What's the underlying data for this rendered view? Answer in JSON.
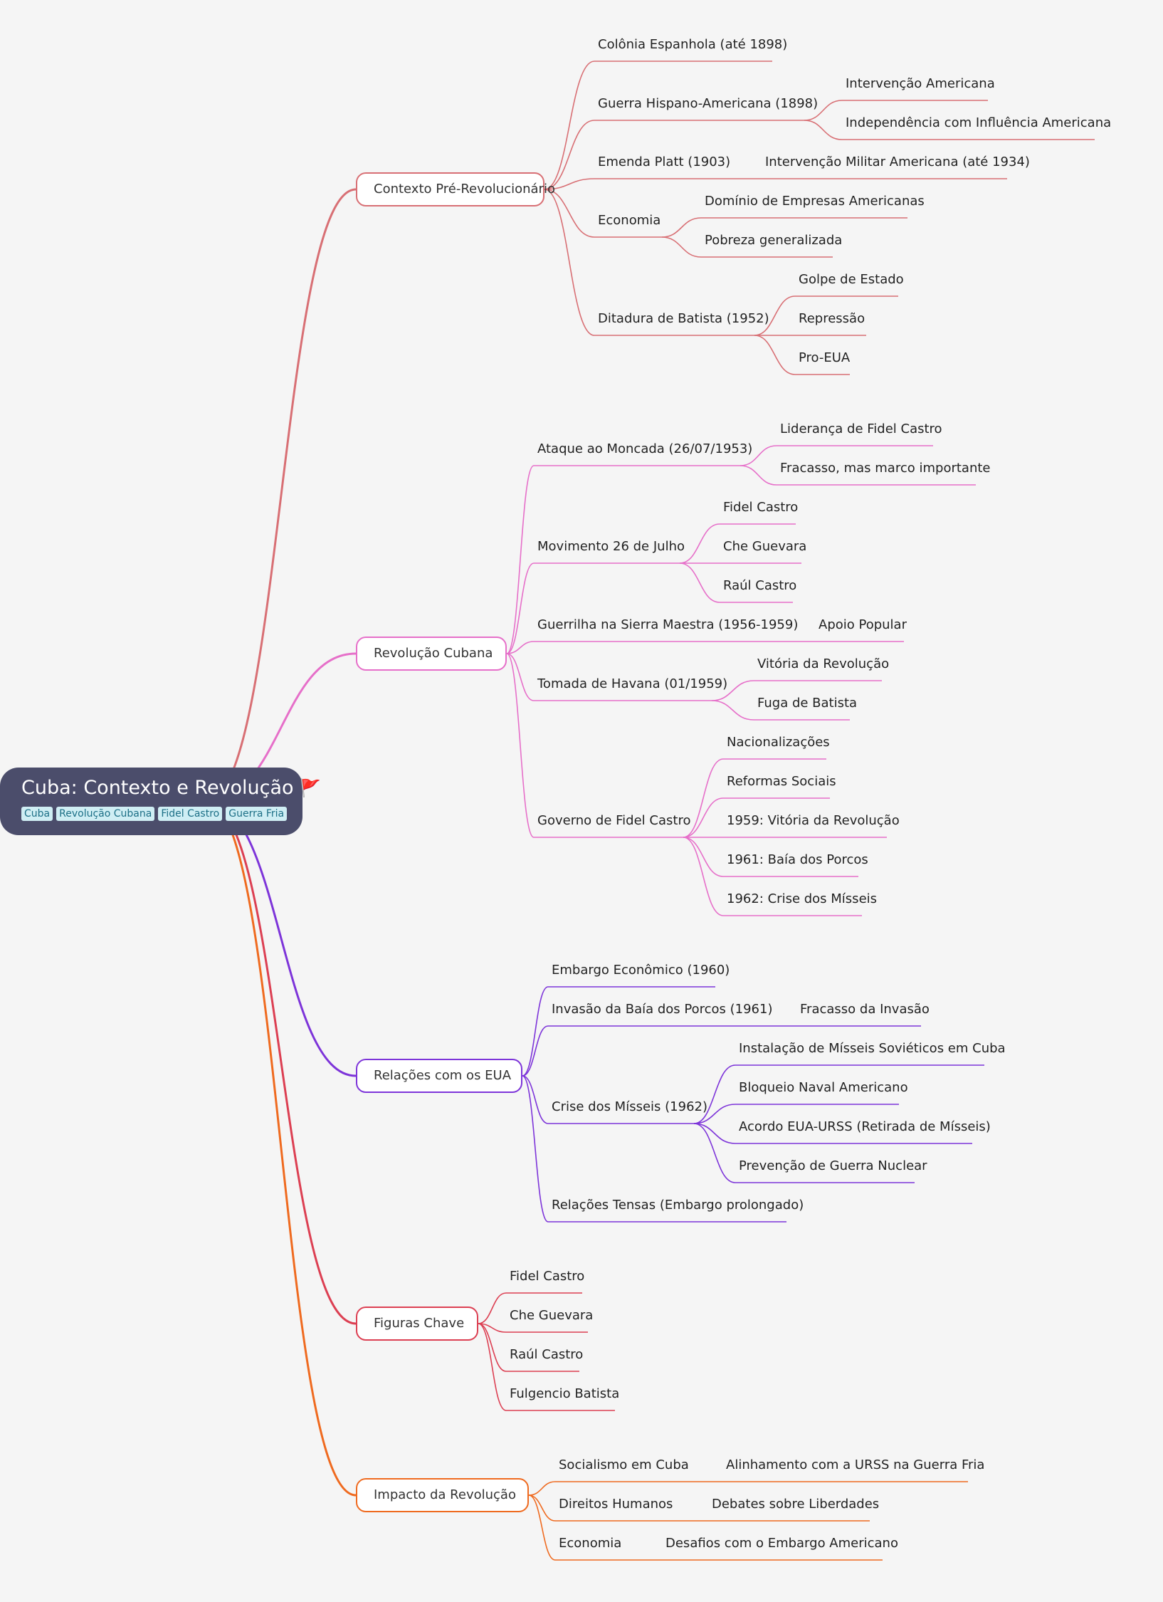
{
  "root": {
    "title": "Cuba: Contexto e Revolução",
    "flag_icon": "🚩",
    "tags": [
      "Cuba",
      "Revolução Cubana",
      "Fidel Castro",
      "Guerra Fria"
    ]
  },
  "branches": [
    {
      "label": "Contexto Pré-Revolucionário",
      "color": "#d86f74",
      "children": [
        {
          "label": "Colônia Espanhola (até 1898)",
          "children": []
        },
        {
          "label": "Guerra Hispano-Americana (1898)",
          "children": [
            {
              "label": "Intervenção Americana"
            },
            {
              "label": "Independência com Influência Americana"
            }
          ]
        },
        {
          "label": "Emenda Platt (1903)",
          "children": [
            {
              "label": "Intervenção Militar Americana (até 1934)"
            }
          ]
        },
        {
          "label": "Economia",
          "children": [
            {
              "label": "Domínio de Empresas Americanas"
            },
            {
              "label": "Pobreza generalizada"
            }
          ]
        },
        {
          "label": "Ditadura de Batista (1952)",
          "children": [
            {
              "label": "Golpe de Estado"
            },
            {
              "label": "Repressão"
            },
            {
              "label": "Pro-EUA"
            }
          ]
        }
      ]
    },
    {
      "label": "Revolução Cubana",
      "color": "#e66fc9",
      "children": [
        {
          "label": "Ataque ao Moncada (26/07/1953)",
          "children": [
            {
              "label": "Liderança de Fidel Castro"
            },
            {
              "label": "Fracasso, mas marco importante"
            }
          ]
        },
        {
          "label": "Movimento 26 de Julho",
          "children": [
            {
              "label": "Fidel Castro"
            },
            {
              "label": "Che Guevara"
            },
            {
              "label": "Raúl Castro"
            }
          ]
        },
        {
          "label": "Guerrilha na Sierra Maestra (1956-1959)",
          "children": [
            {
              "label": "Apoio Popular"
            }
          ]
        },
        {
          "label": "Tomada de Havana (01/1959)",
          "children": [
            {
              "label": "Vitória da Revolução"
            },
            {
              "label": "Fuga de Batista"
            }
          ]
        },
        {
          "label": "Governo de Fidel Castro",
          "children": [
            {
              "label": "Nacionalizações"
            },
            {
              "label": "Reformas Sociais"
            },
            {
              "label": "1959: Vitória da Revolução"
            },
            {
              "label": "1961: Baía dos Porcos"
            },
            {
              "label": "1962: Crise dos Mísseis"
            }
          ]
        }
      ]
    },
    {
      "label": "Relações com os EUA",
      "color": "#7d34d9",
      "children": [
        {
          "label": "Embargo Econômico (1960)",
          "children": []
        },
        {
          "label": "Invasão da Baía dos Porcos (1961)",
          "children": [
            {
              "label": "Fracasso da Invasão"
            }
          ]
        },
        {
          "label": "Crise dos Mísseis (1962)",
          "children": [
            {
              "label": "Instalação de Mísseis Soviéticos em Cuba"
            },
            {
              "label": "Bloqueio Naval Americano"
            },
            {
              "label": "Acordo EUA-URSS (Retirada de Mísseis)"
            },
            {
              "label": "Prevenção de Guerra Nuclear"
            }
          ]
        },
        {
          "label": "Relações Tensas (Embargo prolongado)",
          "children": []
        }
      ]
    },
    {
      "label": "Figuras Chave",
      "color": "#dc3f52",
      "children": [
        {
          "label": "Fidel Castro",
          "children": []
        },
        {
          "label": "Che Guevara",
          "children": []
        },
        {
          "label": "Raúl Castro",
          "children": []
        },
        {
          "label": "Fulgencio Batista",
          "children": []
        }
      ]
    },
    {
      "label": "Impacto da Revolução",
      "color": "#ef6a1f",
      "children": [
        {
          "label": "Socialismo em Cuba",
          "children": [
            {
              "label": "Alinhamento com a URSS na Guerra Fria"
            }
          ]
        },
        {
          "label": "Direitos Humanos",
          "children": [
            {
              "label": "Debates sobre Liberdades"
            }
          ]
        },
        {
          "label": "Economia",
          "children": [
            {
              "label": "Desafios com o Embargo Americano"
            }
          ]
        }
      ]
    }
  ]
}
